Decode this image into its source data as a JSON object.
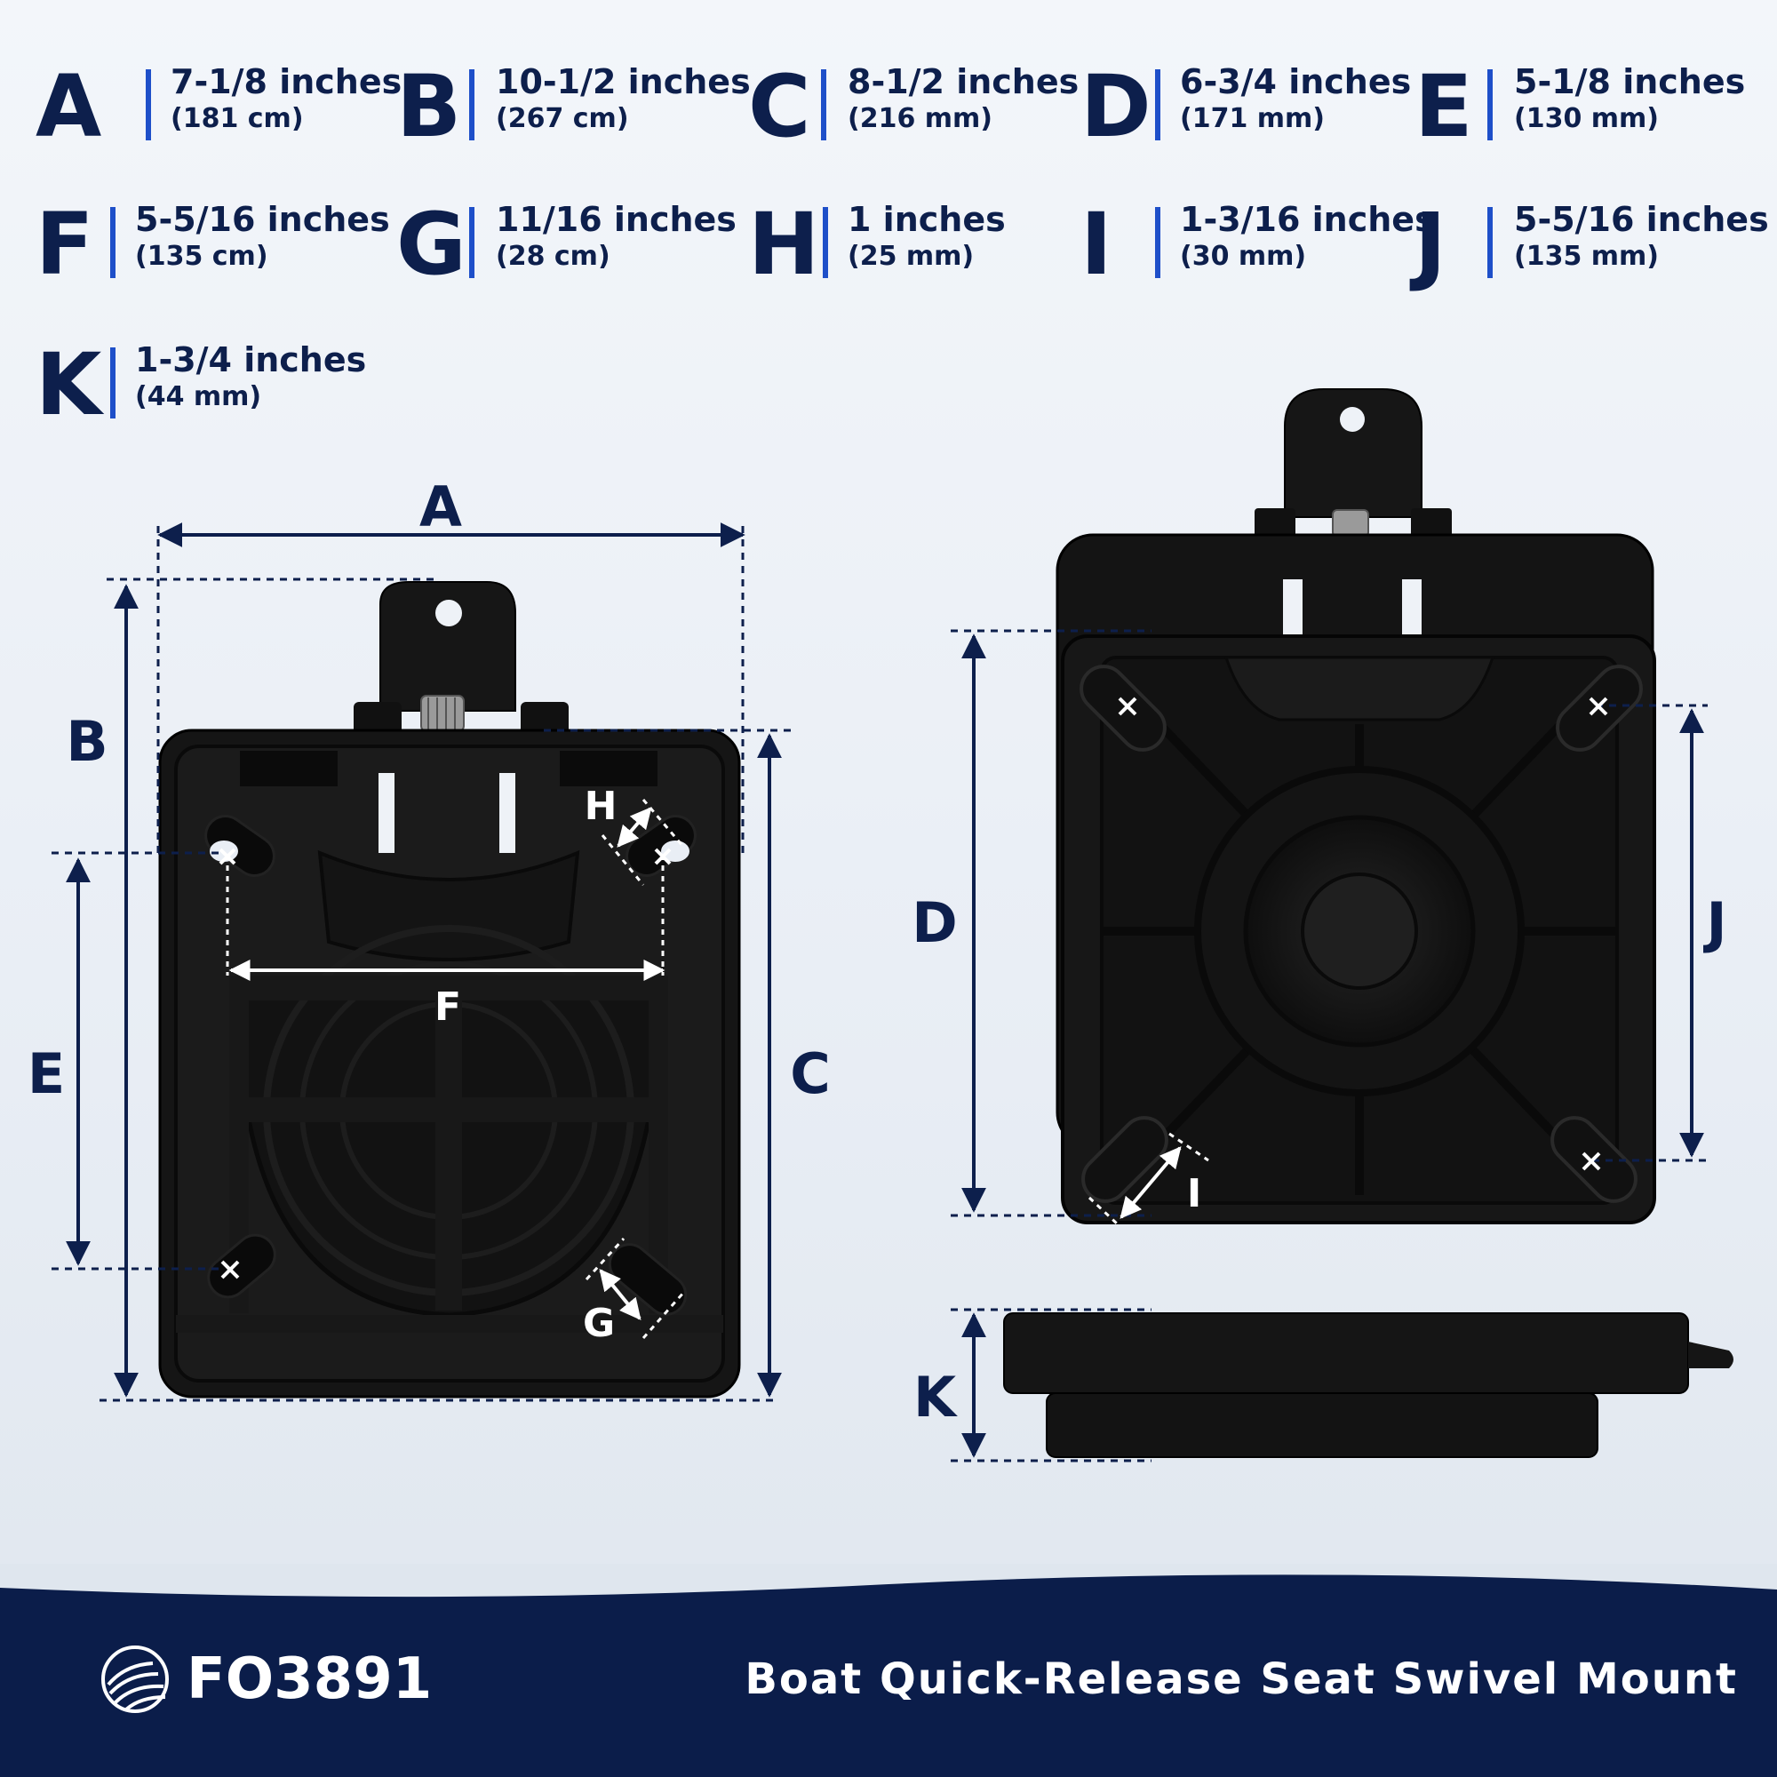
{
  "legend": [
    {
      "letter": "A",
      "main": "7-1/8 inches",
      "sub": "(181 cm)"
    },
    {
      "letter": "B",
      "main": "10-1/2 inches",
      "sub": "(267 cm)"
    },
    {
      "letter": "C",
      "main": "8-1/2 inches",
      "sub": "(216 mm)"
    },
    {
      "letter": "D",
      "main": "6-3/4 inches",
      "sub": "(171 mm)"
    },
    {
      "letter": "E",
      "main": "5-1/8 inches",
      "sub": "(130 mm)"
    },
    {
      "letter": "F",
      "main": "5-5/16 inches",
      "sub": "(135 cm)"
    },
    {
      "letter": "G",
      "main": "11/16 inches",
      "sub": "(28 cm)"
    },
    {
      "letter": "H",
      "main": "1 inches",
      "sub": "(25 mm)"
    },
    {
      "letter": "I",
      "main": "1-3/16 inches",
      "sub": "(30 mm)"
    },
    {
      "letter": "J",
      "main": "5-5/16 inches",
      "sub": "(135 mm)"
    },
    {
      "letter": "K",
      "main": "1-3/4 inches",
      "sub": "(44 mm)"
    }
  ],
  "diagram_labels": {
    "A": "A",
    "B": "B",
    "C": "C",
    "D": "D",
    "E": "E",
    "F": "F",
    "G": "G",
    "H": "H",
    "I": "I",
    "J": "J",
    "K": "K"
  },
  "footer": {
    "model_code": "FO3891",
    "product_title": "Boat Quick-Release Seat Swivel Mount",
    "logo_icon": "wave-globe-icon"
  },
  "colors": {
    "navy": "#0d1f4c",
    "accent_blue": "#1e4fc9",
    "footer_bg": "#0b1d4a",
    "part_black": "#141414"
  }
}
